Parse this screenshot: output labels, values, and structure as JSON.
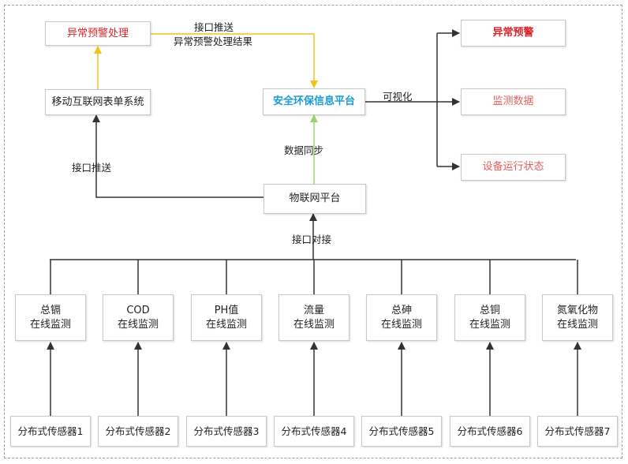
{
  "nodes": {
    "alarm_handling": "异常预警处理",
    "mobile_form": "移动互联网表单系统",
    "safety_platform": "安全环保信息平台",
    "iot_platform": "物联网平台",
    "out_alarm": "异常预警",
    "out_monitor": "监测数据",
    "out_device": "设备运行状态"
  },
  "monitors": [
    {
      "line1": "总镉",
      "line2": "在线监测"
    },
    {
      "line1": "COD",
      "line2": "在线监测"
    },
    {
      "line1": "PH值",
      "line2": "在线监测"
    },
    {
      "line1": "流量",
      "line2": "在线监测"
    },
    {
      "line1": "总砷",
      "line2": "在线监测"
    },
    {
      "line1": "总铜",
      "line2": "在线监测"
    },
    {
      "line1": "氮氧化物",
      "line2": "在线监测"
    }
  ],
  "sensors": [
    "分布式传感器1",
    "分布式传感器2",
    "分布式传感器3",
    "分布式传感器4",
    "分布式传感器5",
    "分布式传感器6",
    "分布式传感器7"
  ],
  "edge_labels": {
    "push_top": "接口推送",
    "push_result": "异常预警处理结果",
    "visualize": "可视化",
    "data_sync": "数据同步",
    "push_left": "接口推送",
    "docking": "接口对接"
  },
  "colors": {
    "alarm_red": "#d9262b",
    "light_red": "#e0605e",
    "cyan": "#1a9ad6",
    "yellow_line": "#f0c419",
    "green_line": "#9ad46b",
    "dark_line": "#333333"
  }
}
